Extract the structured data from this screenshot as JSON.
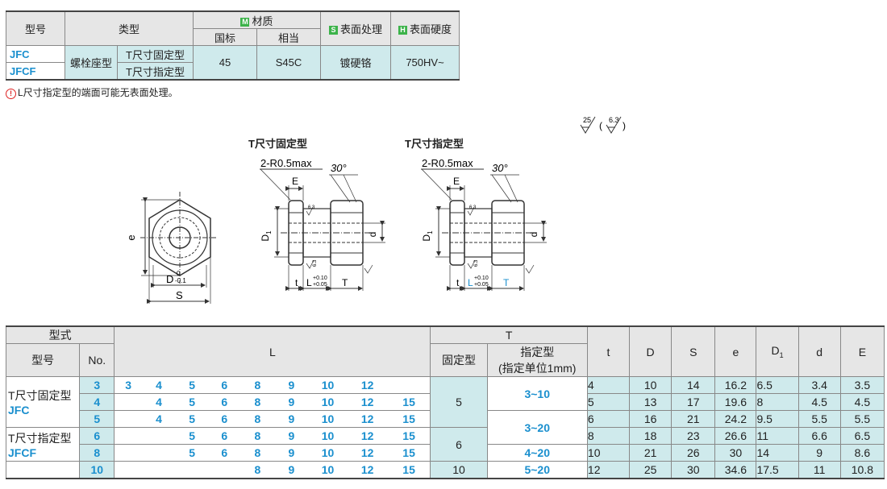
{
  "spec_table": {
    "headers": {
      "model": "型号",
      "type": "类型",
      "material": "材质",
      "material_badge": "M",
      "material_gb": "国标",
      "material_equiv": "相当",
      "surface": "表面处理",
      "surface_badge": "S",
      "hardness": "表面硬度",
      "hardness_badge": "H"
    },
    "models": [
      "JFC",
      "JFCF"
    ],
    "type_main": "螺栓座型",
    "type_sub": [
      "T尺寸固定型",
      "T尺寸指定型"
    ],
    "material_gb": "45",
    "material_equiv": "S45C",
    "surface": "镀硬铬",
    "hardness": "750HV~"
  },
  "note": {
    "icon": "!",
    "text": "L尺寸指定型的端面可能无表面处理。"
  },
  "roughness": {
    "main": "25",
    "alt": "6.3"
  },
  "drawing": {
    "label_fixed": "T尺寸固定型",
    "label_specified": "T尺寸指定型",
    "chamfer": "2-R0.5max",
    "angle": "30°",
    "dim_E": "E",
    "dim_D1": "D",
    "dim_D1_sub": "1",
    "dim_d": "d",
    "dim_t": "t",
    "dim_L": "L",
    "tol_L_upper": "+0.10",
    "tol_L_lower": "+0.05",
    "dim_T": "T",
    "dim_e": "e",
    "dim_D": "D",
    "tol_D_upper": "0",
    "tol_D_lower": "-0.1",
    "dim_S": "S",
    "rough_small": "6.3",
    "rough_small2": "6.3"
  },
  "dim_table": {
    "headers": {
      "form": "型式",
      "model": "型号",
      "no": "No.",
      "L": "L",
      "T": "T",
      "T_fixed": "固定型",
      "T_spec1": "指定型",
      "T_spec2": "(指定单位1mm)",
      "t": "t",
      "D": "D",
      "S": "S",
      "e": "e",
      "D1": "D",
      "D1_sub": "1",
      "d": "d",
      "E": "E"
    },
    "groups": [
      {
        "label": "T尺寸固定型",
        "code": "JFC"
      },
      {
        "label": "T尺寸指定型",
        "code": "JFCF"
      }
    ],
    "rows": [
      {
        "no": "3",
        "L": [
          "3",
          "4",
          "5",
          "6",
          "8",
          "9",
          "10",
          "12",
          ""
        ],
        "t": "4",
        "D": "10",
        "S": "14",
        "e": "16.2",
        "D1": "6.5",
        "d": "3.4",
        "E": "3.5"
      },
      {
        "no": "4",
        "L": [
          "",
          "4",
          "5",
          "6",
          "8",
          "9",
          "10",
          "12",
          "15"
        ],
        "t": "5",
        "D": "13",
        "S": "17",
        "e": "19.6",
        "D1": "8",
        "d": "4.5",
        "E": "4.5"
      },
      {
        "no": "5",
        "L": [
          "",
          "4",
          "5",
          "6",
          "8",
          "9",
          "10",
          "12",
          "15"
        ],
        "t": "6",
        "D": "16",
        "S": "21",
        "e": "24.2",
        "D1": "9.5",
        "d": "5.5",
        "E": "5.5"
      },
      {
        "no": "6",
        "L": [
          "",
          "",
          "5",
          "6",
          "8",
          "9",
          "10",
          "12",
          "15"
        ],
        "t": "8",
        "D": "18",
        "S": "23",
        "e": "26.6",
        "D1": "11",
        "d": "6.6",
        "E": "6.5"
      },
      {
        "no": "8",
        "L": [
          "",
          "",
          "5",
          "6",
          "8",
          "9",
          "10",
          "12",
          "15"
        ],
        "t": "10",
        "D": "21",
        "S": "26",
        "e": "30",
        "D1": "14",
        "d": "9",
        "E": "8.6"
      },
      {
        "no": "10",
        "L": [
          "",
          "",
          "",
          "",
          "8",
          "9",
          "10",
          "12",
          "15"
        ],
        "t": "12",
        "D": "25",
        "S": "30",
        "e": "34.6",
        "D1": "17.5",
        "d": "11",
        "E": "10.8"
      }
    ],
    "T_fixed": [
      "5",
      "6",
      "10"
    ],
    "T_spec": [
      "3~10",
      "3~20",
      "4~20",
      "5~20"
    ]
  }
}
